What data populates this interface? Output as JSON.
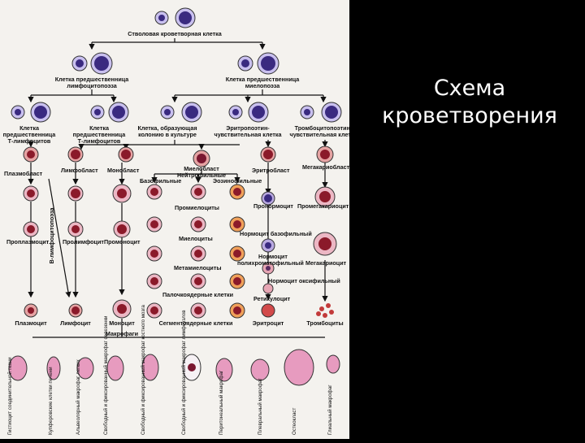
{
  "slide": {
    "title_line1": "Схема",
    "title_line2": "кроветворения"
  },
  "diagram": {
    "stem_cell": "Стволовая кроветворная клетка",
    "lymphopoiesis_precursor": [
      "Клетка предшественница",
      "лимфоцитопоэза"
    ],
    "myelopoiesis_precursor": [
      "Клетка предшественница",
      "миелопоэза"
    ],
    "t_precursor": [
      "Клетка",
      "предшественница",
      "Т-лимфоцитов"
    ],
    "b_precursor": [
      "Клетка",
      "предшественница",
      "Т-лимфоцитов"
    ],
    "cfu_culture": [
      "Клетка, образующая",
      "колонию в культуре"
    ],
    "epo_sensitive": [
      "Эритропоэтин-",
      "чувствительная клетка"
    ],
    "tpo_sensitive": [
      "Тромбоцитопоэтин-",
      "чувствительная клетка"
    ],
    "b_lymphopoiesis_side": "В-лимфоцитопоэза",
    "plasmablast": "Плазмобласт",
    "lymphoblast": "Лимфобласт",
    "monoblast": "Монобласт",
    "myeloblast": "Миелобласт",
    "neutrophilic": "Нейтрофильные",
    "basophilic": "Базофильные",
    "eosinophilic": "Эозинофильные",
    "erythroblast": "Эритробласт",
    "megakaryoblast": "Мегакариобласт",
    "promyelocytes": "Промиелоциты",
    "pronormocyte": "Пронормоцит",
    "promegakaryocyte": "Промегакариоцит",
    "proplasmocyte": "Проплазмоцит",
    "prolymphocyte": "Пролимфоцит",
    "promonocyte": "Промоноцит",
    "normocyte_basophilic": "Нормоцит базофильный",
    "myelocytes": "Миелоциты",
    "normocyte_poly": [
      "Нормоцит",
      "полихроматофильный"
    ],
    "megakaryocyte": "Мегакариоцит",
    "metamyelocytes": "Метамиелоциты",
    "normocyte_oxy": "Нормоцит оксифильный",
    "band_cells": "Палочкоядерные клетки",
    "reticulocyte": "Ретикулоцит",
    "plasmocyte": "Плазмоцит",
    "lymphocyte": "Лимфоцит",
    "monocyte": "Моноцит",
    "segmented": "Сегментоядерные клетки",
    "erythrocyte": "Эритроцит",
    "platelets": "Тромбоциты",
    "macrophages": "Макрофаги",
    "macrophage_types": [
      "Гистиоцит соединительной ткани",
      "Купферовские клетки печени",
      "Альвеолярный макрофаг легких",
      "Свободный и фиксированный макрофаг селезенки",
      "Свободный и фиксированный макрофаг костного мозга",
      "Свободный и фиксированный макрофаг лимфоузлов",
      "Перитонеальный макрофаг",
      "Плевральный макрофаг",
      "Остеокласт",
      "Глиальный макрофаг"
    ]
  },
  "colors": {
    "background": "#000000",
    "panel": "#f4f2ee",
    "title": "#ffffff",
    "precursor": "#8a7fd0",
    "nucleus": "#3a2a80",
    "erythroid": "#b03a3a",
    "macrophage": "#e79bbf"
  }
}
